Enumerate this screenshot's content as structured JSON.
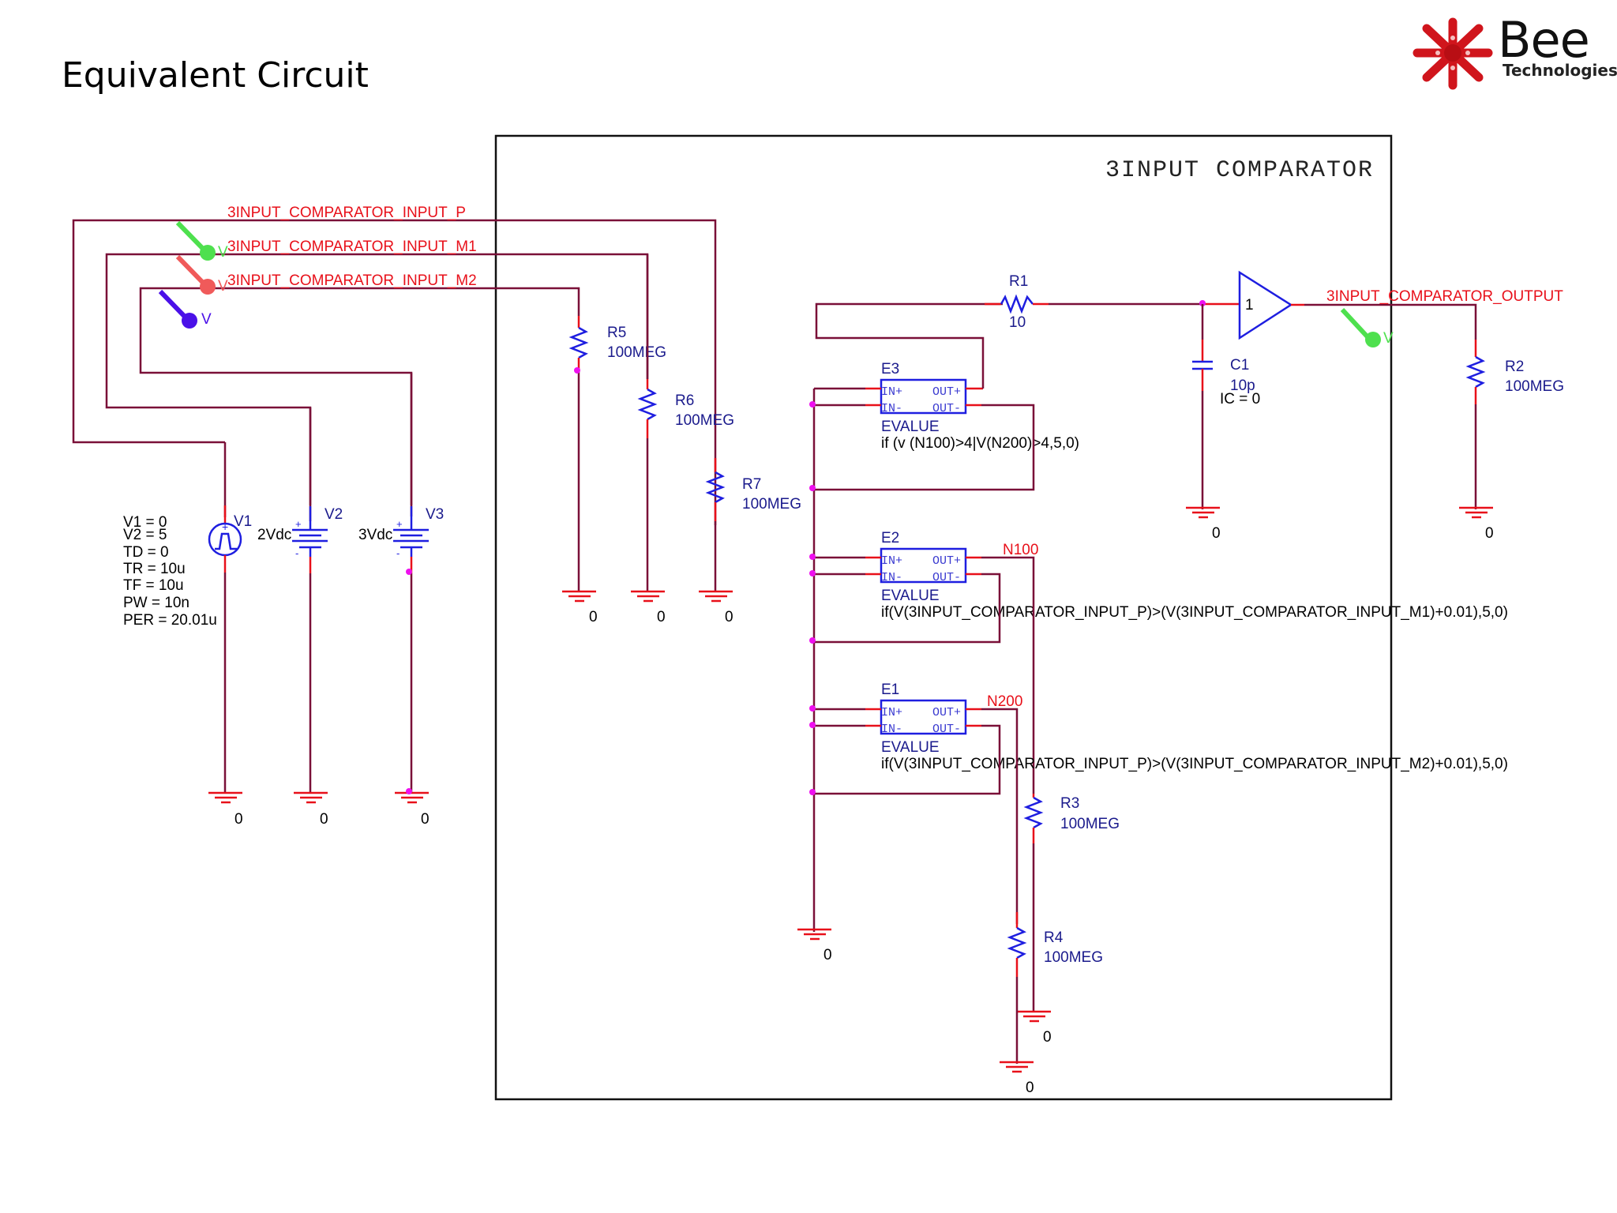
{
  "page": {
    "title": "Equivalent Circuit"
  },
  "logo": {
    "word": "Bee",
    "sub": "Technologies",
    "accent": "#d0151c"
  },
  "schematic": {
    "block_title": "3INPUT COMPARATOR",
    "nets": {
      "input_p": "3INPUT_COMPARATOR_INPUT_P",
      "input_m1": "3INPUT_COMPARATOR_INPUT_M1",
      "input_m2": "3INPUT_COMPARATOR_INPUT_M2",
      "output": "3INPUT_COMPARATOR_OUTPUT",
      "n100": "N100",
      "n200": "N200"
    },
    "probes": {
      "label": "V",
      "colors": {
        "input_p": "#4ee04e",
        "input_m1": "#f05a5a",
        "input_m2": "#4a10e8",
        "output": "#4ee04e"
      }
    },
    "sources": {
      "v1": {
        "name": "V1",
        "params": [
          "V1 = 0",
          "V2 = 5",
          "TD = 0",
          "TR = 10u",
          "TF = 10u",
          "PW = 10n",
          "PER = 20.01u"
        ]
      },
      "v2": {
        "name": "V2",
        "value": "2Vdc"
      },
      "v3": {
        "name": "V3",
        "value": "3Vdc"
      }
    },
    "resistors": {
      "r1": {
        "name": "R1",
        "value": "10"
      },
      "r2": {
        "name": "R2",
        "value": "100MEG"
      },
      "r3": {
        "name": "R3",
        "value": "100MEG"
      },
      "r4": {
        "name": "R4",
        "value": "100MEG"
      },
      "r5": {
        "name": "R5",
        "value": "100MEG"
      },
      "r6": {
        "name": "R6",
        "value": "100MEG"
      },
      "r7": {
        "name": "R7",
        "value": "100MEG"
      }
    },
    "capacitor": {
      "name": "C1",
      "value": "10p",
      "ic": "IC = 0"
    },
    "buffer": {
      "gain": "1"
    },
    "evalues": {
      "e3": {
        "name": "E3",
        "type": "EVALUE",
        "expr": "if (v (N100)>4|V(N200)>4,5,0)"
      },
      "e2": {
        "name": "E2",
        "type": "EVALUE",
        "expr": "if(V(3INPUT_COMPARATOR_INPUT_P)>(V(3INPUT_COMPARATOR_INPUT_M1)+0.01),5,0)"
      },
      "e1": {
        "name": "E1",
        "type": "EVALUE",
        "expr": "if(V(3INPUT_COMPARATOR_INPUT_P)>(V(3INPUT_COMPARATOR_INPUT_M2)+0.01),5,0)"
      }
    },
    "pins": {
      "in_p": "IN+",
      "in_m": "IN-",
      "out_p": "OUT+",
      "out_m": "OUT-"
    },
    "ground_label": "0"
  }
}
